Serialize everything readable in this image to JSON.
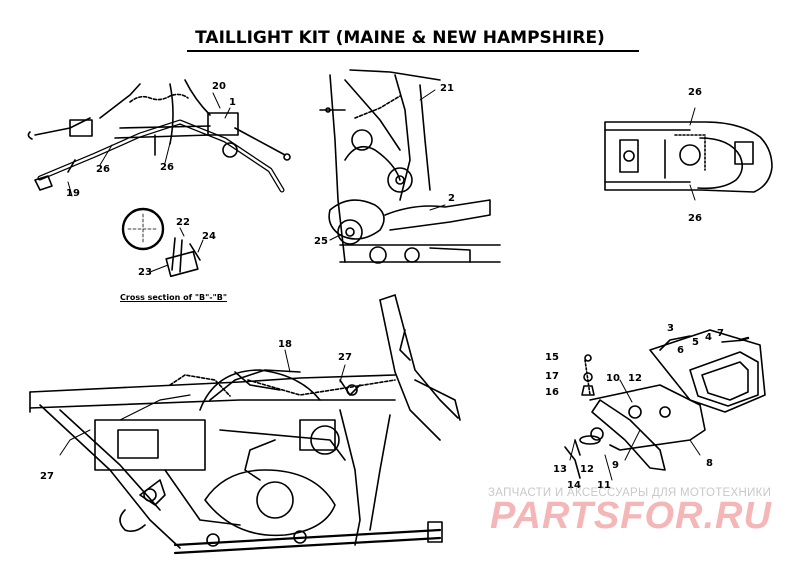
{
  "title": "TAILLIGHT KIT (MAINE & NEW HAMPSHIRE)",
  "cross_section_caption": "Cross section of \"B\"-\"B\"",
  "watermark": {
    "tagline": "ЗАПЧАСТИ И АКСЕССУАРЫ ДЛЯ МОТОТЕХНИКИ",
    "logo": "PARTSFOR.RU",
    "color": "#f4b6b6"
  },
  "callouts": {
    "handlebar": [
      "20",
      "1",
      "26",
      "26",
      "19"
    ],
    "cross_section": [
      "22",
      "24",
      "23"
    ],
    "frame_rear": [
      "21",
      "2",
      "25"
    ],
    "tail_top": [
      "26",
      "26"
    ],
    "frame_main": [
      "18",
      "27",
      "27"
    ],
    "lamp_assembly": [
      "3",
      "6",
      "5",
      "4",
      "7",
      "15",
      "17",
      "16",
      "10",
      "12",
      "8",
      "9",
      "11",
      "12",
      "13",
      "14"
    ]
  },
  "colors": {
    "ink": "#000000",
    "background": "#ffffff"
  }
}
